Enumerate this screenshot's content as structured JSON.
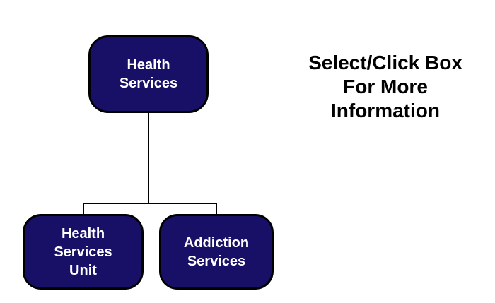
{
  "diagram": {
    "colors": {
      "background": "#ffffff",
      "node_fill": "#171066",
      "node_border": "#000000",
      "node_text": "#ffffff",
      "connector": "#000000",
      "instruction_text": "#000000"
    },
    "nodes": {
      "health_services": {
        "label": "Health Services",
        "lines": [
          "Health",
          "Services"
        ]
      },
      "health_services_unit": {
        "label": "Health Services Unit",
        "lines": [
          "Health",
          "Services",
          "Unit"
        ]
      },
      "addiction_services": {
        "label": "Addiction Services",
        "lines": [
          "Addiction",
          "Services"
        ]
      }
    },
    "instruction": {
      "text": "Select/Click Box For More Information",
      "lines": [
        "Select/Click Box",
        "For More",
        "Information"
      ]
    }
  }
}
